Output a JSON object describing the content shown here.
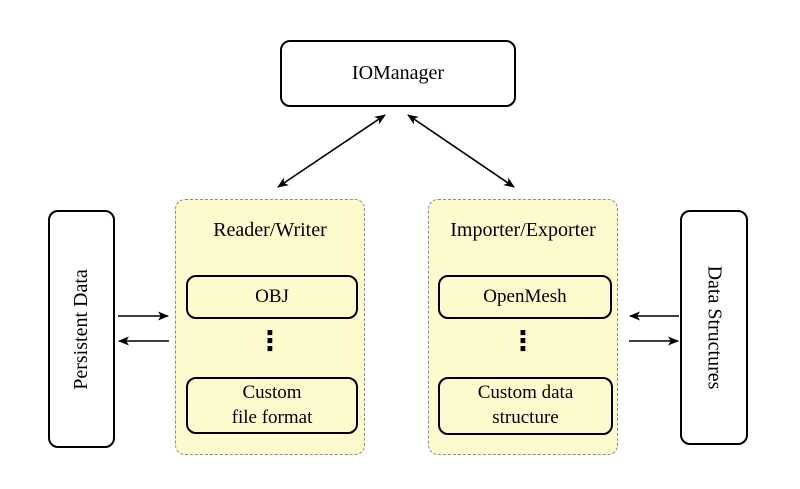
{
  "diagram": {
    "io_manager": {
      "label": "IOManager"
    },
    "persistent_data": {
      "label": "Persistent Data"
    },
    "data_structures": {
      "label": "Data Structures"
    },
    "reader_writer": {
      "title": "Reader/Writer",
      "top_item": "OBJ",
      "ellipsis": "⋮",
      "bottom_item_line1": "Custom",
      "bottom_item_line2": "file format"
    },
    "importer_exporter": {
      "title": "Importer/Exporter",
      "top_item": "OpenMesh",
      "ellipsis": "⋮",
      "bottom_item_line1": "Custom data",
      "bottom_item_line2": "structure"
    }
  },
  "colors": {
    "page_bg": "#FFFFFF",
    "container_fill": "#FDFACE",
    "container_border": "#8B8B8B",
    "node_fill": "#FFFFFF",
    "node_border": "#000000",
    "arrow_color": "#000000"
  }
}
